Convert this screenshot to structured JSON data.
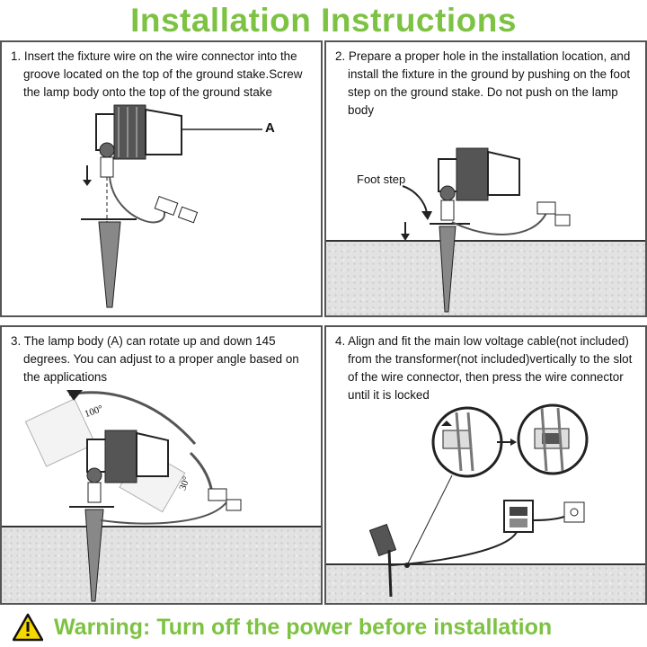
{
  "title": "Installation Instructions",
  "steps": [
    {
      "text": "1. Insert the fixture wire on the wire connector into the groove located on the top of the ground stake.Screw the lamp body onto the top of the ground stake",
      "label_a": "A"
    },
    {
      "text": "2. Prepare a proper hole in the installation location, and install the fixture in the ground by pushing on the foot step on the  ground stake. Do not push on the lamp body",
      "label_foot": "Foot step"
    },
    {
      "text": "3. The lamp body (A) can rotate up and down 145 degrees. You can adjust to a proper angle based on the applications",
      "angle_up": "100°",
      "angle_down": "30°"
    },
    {
      "text": "4. Align and fit the main low voltage cable(not included) from the transformer(not included)vertically to the slot of the wire connector, then press the wire connector until it is locked"
    }
  ],
  "warning": "Warning: Turn off the power before installation",
  "colors": {
    "accent": "#7dc242",
    "warning_yellow": "#f5d800"
  }
}
